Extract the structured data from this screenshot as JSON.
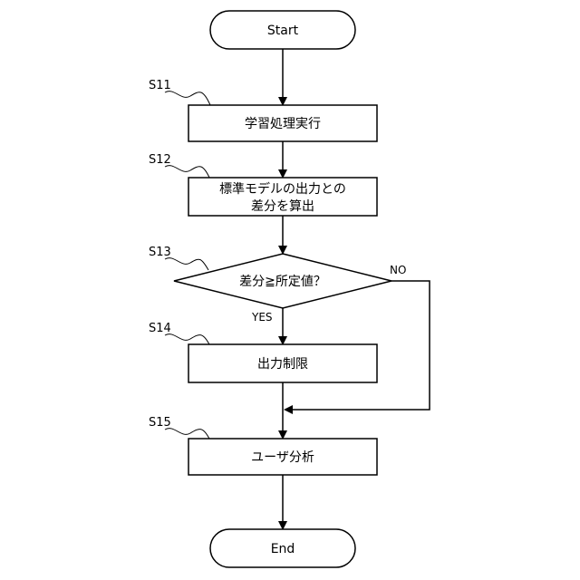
{
  "start": "Start",
  "end": "End",
  "steps": [
    {
      "id": "S11",
      "text": "学習処理実行"
    },
    {
      "id": "S12",
      "line1": "標準モデルの出力との",
      "line2": "差分を算出"
    },
    {
      "id": "S13",
      "text": "差分≧所定値？"
    },
    {
      "id": "S14",
      "text": "出力制限"
    },
    {
      "id": "S15",
      "text": "ユーザ分析"
    }
  ],
  "branches": {
    "no": "NO",
    "yes": "YES"
  }
}
